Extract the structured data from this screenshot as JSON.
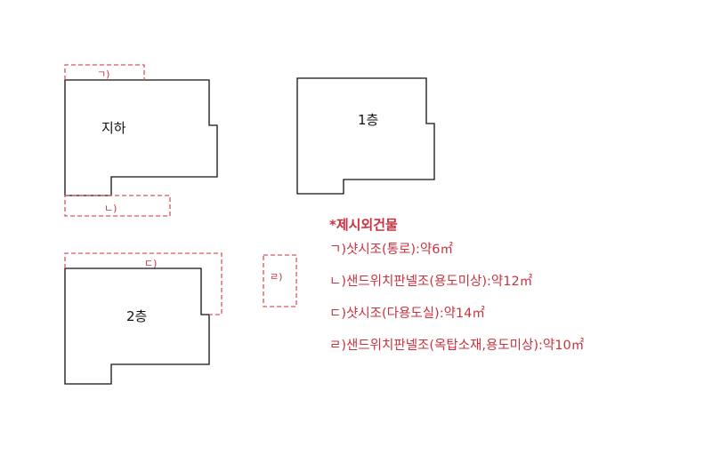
{
  "floors": {
    "basement": "지하",
    "first": "1층",
    "second": "2층"
  },
  "marks": {
    "a": "ㄱ)",
    "b": "ㄴ)",
    "c": "ㄷ)",
    "d": "ㄹ)"
  },
  "legend": {
    "title": "*제시외건물",
    "items": [
      "ㄱ)샷시조(통로):약6㎡",
      "ㄴ)샌드위치판넬조(용도미상):약12㎡",
      "ㄷ)샷시조(다용도실):약14㎡",
      "ㄹ)샌드위치판넬조(옥탑소재,용도미상):약10㎡"
    ]
  },
  "colors": {
    "outline": "#111111",
    "annex": "#d9545f",
    "legend_text": "#c9333f"
  }
}
